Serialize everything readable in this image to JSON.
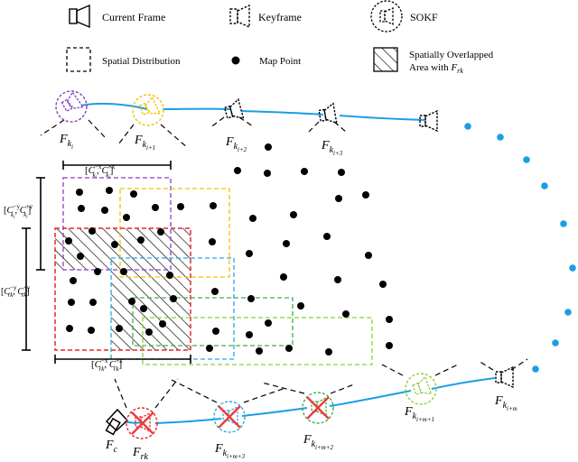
{
  "legend": {
    "current_frame": "Current Frame",
    "keyframe": "Keyframe",
    "sokf": "SOKF",
    "spatial_distribution": "Spatial Distribution",
    "map_point": "Map Point",
    "overlap_line1": "Spatially Overlapped",
    "overlap_line2": "Area with",
    "overlap_sym": "F",
    "overlap_sub": "rk"
  },
  "frames": {
    "fki": {
      "base": "F",
      "sub": "k",
      "subsub": "i"
    },
    "fki1": {
      "base": "F",
      "sub": "k",
      "subsub": "i+1"
    },
    "fki2": {
      "base": "F",
      "sub": "k",
      "subsub": "i+2"
    },
    "fki3": {
      "base": "F",
      "sub": "k",
      "subsub": "i+3"
    },
    "fkim": {
      "base": "F",
      "sub": "k",
      "subsub": "i+m"
    },
    "fkim1": {
      "base": "F",
      "sub": "k",
      "subsub": "i+m+1"
    },
    "fkim2": {
      "base": "F",
      "sub": "k",
      "subsub": "i+m+2"
    },
    "fkim3": {
      "base": "F",
      "sub": "k",
      "subsub": "i+m+3"
    },
    "fc": {
      "base": "F",
      "sub": "c"
    },
    "frk": {
      "base": "F",
      "sub": "rk"
    }
  },
  "bounds": {
    "cki_x": {
      "open": "[",
      "a": "C",
      "a_sup": "−x",
      "a_sub": "k",
      "a_subsub": "i",
      "sep": ", ",
      "b": "C",
      "b_sup": "+x",
      "b_sub": "k",
      "b_subsub": "i",
      "close": "]"
    },
    "cki_y": {
      "open": "[",
      "a": "C",
      "a_sup": "−y",
      "a_sub": "k",
      "a_subsub": "i",
      "sep": ", ",
      "b": "C",
      "b_sup": "+y",
      "b_sub": "k",
      "b_subsub": "i",
      "close": "]"
    },
    "crk_y": {
      "open": "[",
      "a": "C",
      "a_sup": "−y",
      "a_sub": "rk",
      "sep": ", ",
      "b": "C",
      "b_sup": "+y",
      "b_sub": "rk",
      "close": "]"
    },
    "crk_x": {
      "open": "[",
      "a": "C",
      "a_sup": "−x",
      "a_sub": "rk",
      "sep": ", ",
      "b": "C",
      "b_sup": "+x",
      "b_sub": "rk",
      "close": "]"
    }
  },
  "colors": {
    "trajectory": "#1a9ee6",
    "purple": "#8a3fc2",
    "yellow": "#f2c200",
    "red": "#e8262a",
    "cyan": "#2aa9e0",
    "green": "#3db04b",
    "lightgreen": "#8ccf3c",
    "cross": "#ef3b3b"
  }
}
